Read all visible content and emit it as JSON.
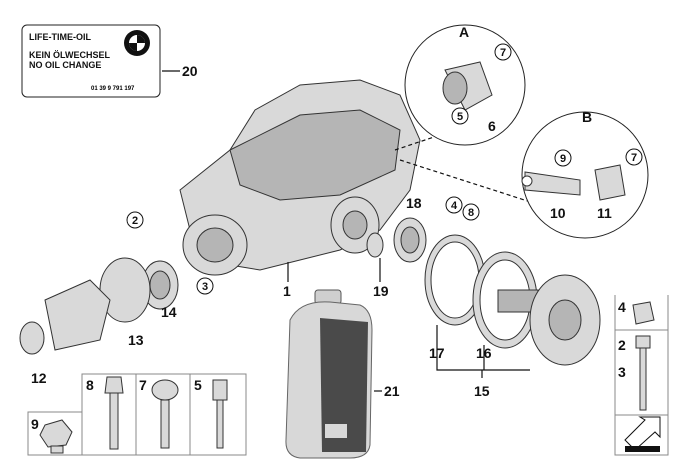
{
  "label_card": {
    "line1": "LIFE-TIME-OIL",
    "line2": "KEIN ÖLWECHSEL",
    "line3": "NO OIL CHANGE",
    "part_code": "01 39 9 791 197",
    "logo_text": "BMW"
  },
  "details": {
    "a": "A",
    "b": "B"
  },
  "callouts": {
    "c1": "1",
    "c2": "2",
    "c3": "3",
    "c4": "4",
    "c5": "5",
    "c6": "6",
    "c7a": "7",
    "c7b": "7",
    "c8": "8",
    "c9": "9",
    "c10": "10",
    "c11": "11",
    "c12": "12",
    "c13": "13",
    "c14": "14",
    "c15": "15",
    "c16": "16",
    "c17": "17",
    "c18": "18",
    "c19": "19",
    "c20": "20",
    "c21": "21"
  },
  "right_panel": {
    "p4": "4",
    "p2": "2",
    "p3": "3"
  },
  "bottom_panel": {
    "p8": "8",
    "p7": "7",
    "p5": "5",
    "p9": "9"
  }
}
